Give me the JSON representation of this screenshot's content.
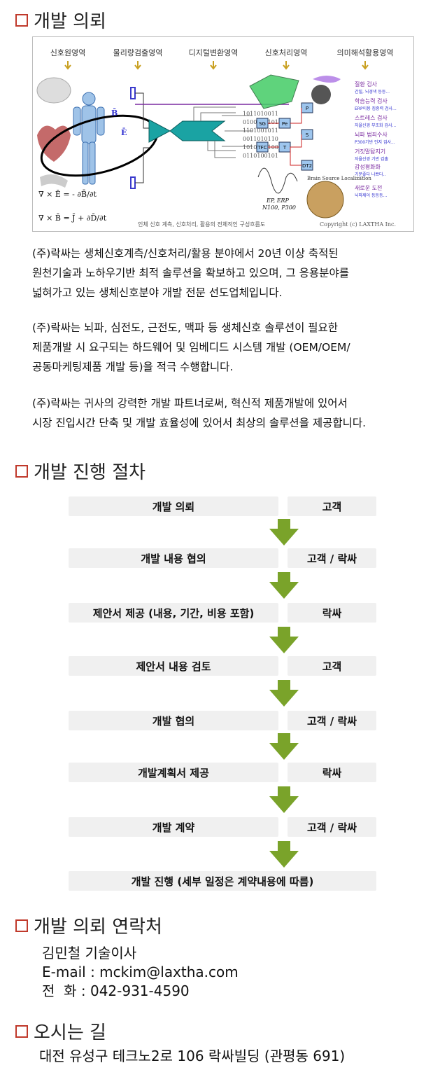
{
  "sections": {
    "request": "개발 의뢰",
    "process": "개발 진행 절차",
    "contact": "개발 의뢰 연락처",
    "directions": "오시는 길"
  },
  "figure": {
    "headers": [
      "신호원영역",
      "물리량검출영역",
      "디지털변환영역",
      "신호처리영역",
      "의미해석활용영역"
    ],
    "caption": "인체 신호 계측, 신호처리, 활용의 전체적인 구성흐름도",
    "copyright": "Copyright (c) LAXTHA Inc.",
    "equation1": "∇ × Ē = - ∂B̄/∂t",
    "equation2": "∇ × B̄ = J̄ + ∂D̄/∂t",
    "b_label": "B̄",
    "e_label": "Ē",
    "ep_label": "EP, ERP",
    "n100_label": "N100, P300",
    "brain_source": "Brain Source Localization",
    "blocks": [
      "SG",
      "Pe",
      "P",
      "TFC",
      "T",
      "S",
      "DT2"
    ],
    "applications": [
      {
        "title": "질환 검사",
        "sub": "간질, 뇌경색 등등..."
      },
      {
        "title": "학습능력 검사",
        "sub": "ERP이용 집중력 검사..."
      },
      {
        "title": "스트레스 검사",
        "sub": "자율신경 부조화 검사..."
      },
      {
        "title": "뇌파 범죄수사",
        "sub": "P300기반 인지 검사..."
      },
      {
        "title": "거짓말탐지기",
        "sub": "자율신경 기반 검출"
      },
      {
        "title": "감성평화화",
        "sub": "기분좋다 나쁘다.."
      },
      {
        "title": "새로운 도전",
        "sub": "뇌파제어 등등등..."
      }
    ],
    "colors": {
      "accent_teal": "#1aa3a3",
      "purple": "#7a2aa0",
      "blue_text": "#2f2fd0"
    }
  },
  "paragraphs": [
    "(주)락싸는 생체신호계측/신호처리/활용 분야에서 20년 이상 축적된\n원천기술과 노하우기반 최적 솔루션을 확보하고 있으며, 그 응용분야를\n넓혀가고 있는 생체신호분야 개발 전문 선도업체입니다.",
    "(주)락싸는 뇌파, 심전도, 근전도, 맥파 등 생체신호 솔루션이 필요한\n제품개발 시 요구되는 하드웨어 및 임베디드 시스템 개발 (OEM/OEM/\n공동마케팅제품 개발 등)을 적극 수행합니다.",
    "(주)락싸는 귀사의 강력한 개발 파트너로써, 혁신적 제품개발에 있어서\n시장 진입시간 단축 및 개발 효율성에 있어서 최상의 솔루션을 제공합니다."
  ],
  "steps": [
    {
      "task": "개발 의뢰",
      "owner": "고객"
    },
    {
      "task": "개발  내용 협의",
      "owner": "고객 / 락싸"
    },
    {
      "task": "제안서 제공 (내용, 기간, 비용 포함)",
      "owner": "락싸"
    },
    {
      "task": "제안서 내용 검토",
      "owner": "고객"
    },
    {
      "task": "개발 협의",
      "owner": "고객 / 락싸"
    },
    {
      "task": "개발계획서 제공",
      "owner": "락싸"
    },
    {
      "task": "개발 계약",
      "owner": "고객 / 락싸"
    },
    {
      "task": "개발 진행 (세부 일정은 계약내용에 따름)",
      "owner": ""
    }
  ],
  "contact": {
    "name": "김민철 기술이사",
    "email": "E-mail : mckim@laxtha.com",
    "phone": "전  화 : 042-931-4590"
  },
  "address": "대전 유성구 테크노2로 106 락싸빌딩 (관평동 691)",
  "colors": {
    "section_square": "#c0392b",
    "step_bg": "#f0f0f0",
    "arrow_green": "#7aa32a"
  }
}
